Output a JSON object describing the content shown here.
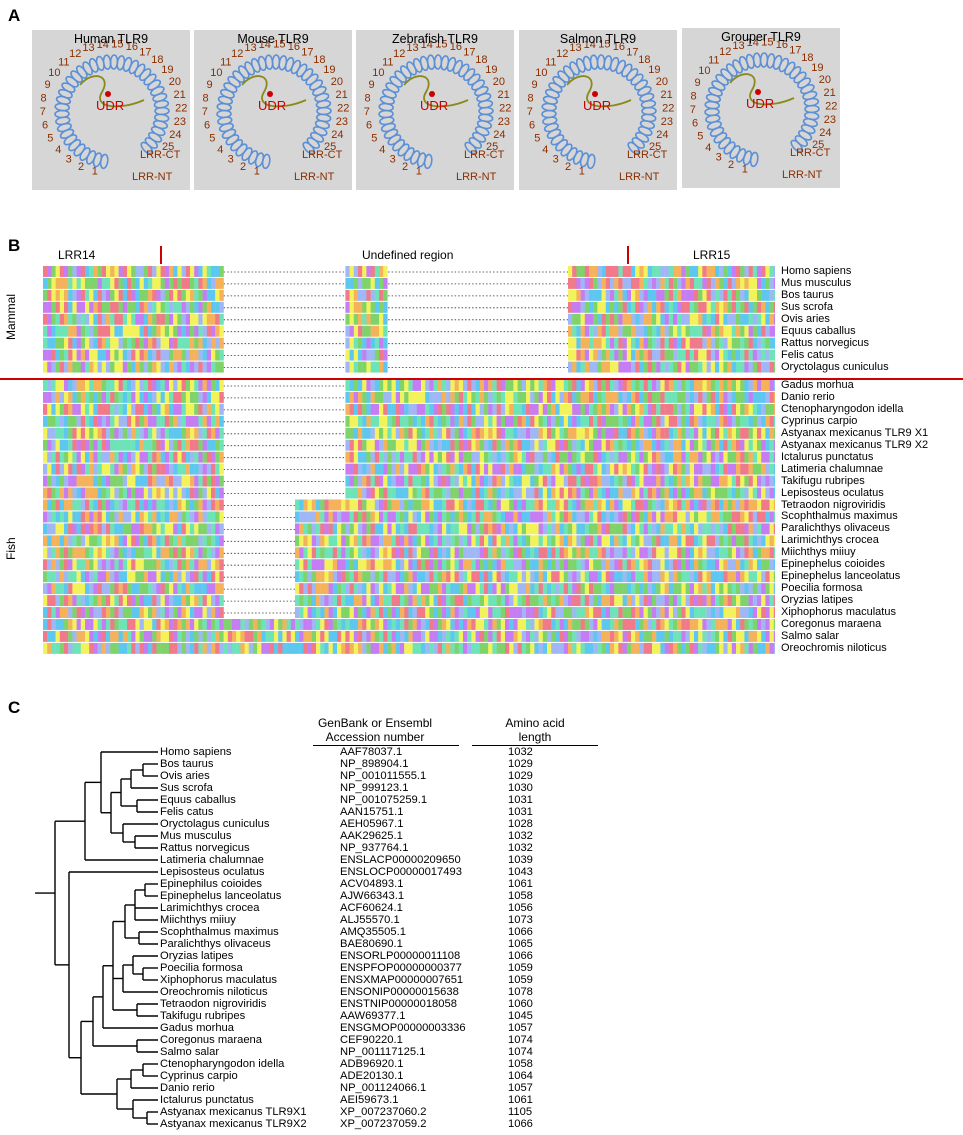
{
  "panels": {
    "a_letter": "A",
    "b_letter": "B",
    "c_letter": "C"
  },
  "panel_a": {
    "structures": [
      {
        "title": "Human TLR9"
      },
      {
        "title": "Mouse TLR9"
      },
      {
        "title": "Zebrafish TLR9"
      },
      {
        "title": "Salmon TLR9"
      },
      {
        "title": "Grouper TLR9"
      }
    ],
    "udr_label": "UDR",
    "ct_label": "LRR-CT",
    "nt_label": "LRR-NT",
    "repeat_numbers": [
      "1",
      "2",
      "3",
      "4",
      "5",
      "6",
      "7",
      "8",
      "9",
      "10",
      "11",
      "12",
      "13",
      "14",
      "15",
      "16",
      "17",
      "18",
      "19",
      "20",
      "21",
      "22",
      "23",
      "24",
      "25"
    ],
    "colors": {
      "ribbon": "#5b8fd6",
      "loop": "#8a8a1a",
      "udr": "#cc0000",
      "number": "#8b2e00",
      "background": "#d6d6d6"
    }
  },
  "panel_b": {
    "region_lrr14": "LRR14",
    "region_undefined": "Undefined region",
    "region_lrr15": "LRR15",
    "group_mammal": "Mammal",
    "group_fish": "Fish",
    "divider_color": "#cc0000",
    "mammal_species": [
      "Homo sapiens",
      "Mus musculus",
      "Bos taurus",
      "Sus scrofa",
      "Ovis aries",
      "Equus caballus",
      "Rattus norvegicus",
      "Felis catus",
      "Oryctolagus cuniculus"
    ],
    "fish_species": [
      "Gadus morhua",
      "Danio rerio",
      "Ctenopharyngodon idella",
      "Cyprinus carpio",
      "Astyanax mexicanus TLR9 X1",
      "Astyanax mexicanus TLR9 X2",
      "Ictalurus punctatus",
      "Latimeria chalumnae",
      "Takifugu rubripes",
      "Lepisosteus oculatus",
      "Tetraodon nigroviridis",
      "Scophthalmus maximus",
      "Paralichthys olivaceus",
      "Larimichthys crocea",
      "Miichthys miiuy",
      "Epinephelus coioides",
      "Epinephelus lanceolatus",
      "Poecilia formosa",
      "Oryzias latipes",
      "Xiphophorus maculatus",
      "Coregonus maraena",
      "Salmo salar",
      "Oreochromis niloticus"
    ],
    "residue_colors": [
      "#7fd36b",
      "#f2f25a",
      "#5ec7f0",
      "#f07a8a",
      "#c67cf2",
      "#f4b35a",
      "#6fe3b8",
      "#9fb8f5"
    ]
  },
  "panel_c": {
    "header_accession_1": "GenBank or Ensembl",
    "header_accession_2": "Accession number",
    "header_length_1": "Amino acid",
    "header_length_2": "length",
    "rows": [
      {
        "species": "Homo sapiens",
        "accession": "AAF78037.1",
        "length": "1032"
      },
      {
        "species": "Bos taurus",
        "accession": "NP_898904.1",
        "length": "1029"
      },
      {
        "species": "Ovis aries",
        "accession": "NP_001011555.1",
        "length": "1029"
      },
      {
        "species": "Sus scrofa",
        "accession": "NP_999123.1",
        "length": "1030"
      },
      {
        "species": "Equus caballus",
        "accession": "NP_001075259.1",
        "length": "1031"
      },
      {
        "species": "Felis catus",
        "accession": "AAN15751.1",
        "length": "1031"
      },
      {
        "species": "Oryctolagus cuniculus",
        "accession": "AEH05967.1",
        "length": "1028"
      },
      {
        "species": "Mus musculus",
        "accession": "AAK29625.1",
        "length": "1032"
      },
      {
        "species": "Rattus norvegicus",
        "accession": "NP_937764.1",
        "length": "1032"
      },
      {
        "species": "Latimeria chalumnae",
        "accession": "ENSLACP00000209650",
        "length": "1039"
      },
      {
        "species": "Lepisosteus oculatus",
        "accession": "ENSLOCP00000017493",
        "length": "1043"
      },
      {
        "species": "Epinephilus coioides",
        "accession": "ACV04893.1",
        "length": "1061"
      },
      {
        "species": "Epinephelus lanceolatus",
        "accession": "AJW66343.1",
        "length": "1058"
      },
      {
        "species": "Larimichthys crocea",
        "accession": "ACF60624.1",
        "length": "1056"
      },
      {
        "species": "Miichthys miiuy",
        "accession": "ALJ55570.1",
        "length": "1073"
      },
      {
        "species": "Scophthalmus maximus",
        "accession": "AMQ35505.1",
        "length": "1066"
      },
      {
        "species": "Paralichthys olivaceus",
        "accession": "BAE80690.1",
        "length": "1065"
      },
      {
        "species": "Oryzias latipes",
        "accession": "ENSORLP00000011108",
        "length": "1066"
      },
      {
        "species": "Poecilia formosa",
        "accession": "ENSPFOP00000000377",
        "length": "1059"
      },
      {
        "species": "Xiphophorus maculatus",
        "accession": "ENSXMAP00000007651",
        "length": "1059"
      },
      {
        "species": "Oreochromis niloticus",
        "accession": "ENSONIP00000015638",
        "length": "1078"
      },
      {
        "species": "Tetraodon nigroviridis",
        "accession": "ENSTNIP00000018058",
        "length": "1060"
      },
      {
        "species": "Takifugu rubripes",
        "accession": "AAW69377.1",
        "length": "1045"
      },
      {
        "species": "Gadus morhua",
        "accession": "ENSGMOP00000003336",
        "length": "1057"
      },
      {
        "species": "Coregonus maraena",
        "accession": "CEF90220.1",
        "length": "1074"
      },
      {
        "species": "Salmo salar",
        "accession": "NP_001117125.1",
        "length": "1074"
      },
      {
        "species": "Ctenopharyngodon idella",
        "accession": "ADB96920.1",
        "length": "1058"
      },
      {
        "species": "Cyprinus carpio",
        "accession": "ADE20130.1",
        "length": "1064"
      },
      {
        "species": "Danio rerio",
        "accession": "NP_001124066.1",
        "length": "1057"
      },
      {
        "species": "Ictalurus punctatus",
        "accession": "AEI59673.1",
        "length": "1061"
      },
      {
        "species": "Astyanax mexicanus TLR9X1",
        "accession": "XP_007237060.2",
        "length": "1105"
      },
      {
        "species": "Astyanax mexicanus TLR9X2",
        "accession": "XP_007237059.2",
        "length": "1066"
      }
    ]
  }
}
